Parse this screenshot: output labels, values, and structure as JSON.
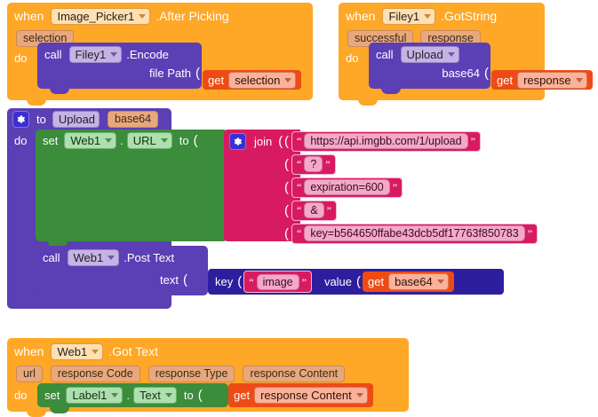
{
  "app": "MIT App Inventor Blocks Editor",
  "blocks": {
    "event_image_picker": {
      "when": "when",
      "component": "Image_Picker1",
      "event": ".After Picking",
      "params": [
        "selection"
      ],
      "do_label": "do",
      "call": {
        "call": "call",
        "component": "Filey1",
        "method": ".Encode",
        "arg_label": "file Path",
        "value": {
          "get": "get",
          "variable": "selection"
        }
      }
    },
    "event_filey_gotstring": {
      "when": "when",
      "component": "Filey1",
      "event": ".GotString",
      "params": [
        "successful",
        "response"
      ],
      "do_label": "do",
      "call": {
        "call": "call",
        "component": "Upload",
        "method": "",
        "arg_label": "base64",
        "value": {
          "get": "get",
          "variable": "response"
        }
      }
    },
    "procedure_upload": {
      "to_label": "to",
      "name": "Upload",
      "params": [
        "base64"
      ],
      "do_label": "do",
      "set_url": {
        "set": "set",
        "component": "Web1",
        "property": "URL",
        "dot": ".",
        "to": "to",
        "join": {
          "label": "join",
          "strings": [
            "https://api.imgbb.com/1/upload",
            "?",
            "expiration=600",
            "&",
            "key=b564650ffabe43dcb5df17763f850783"
          ]
        }
      },
      "post_text": {
        "call": "call",
        "component": "Web1",
        "method": ".Post Text",
        "arg_label": "text",
        "pair": {
          "key_label": "key",
          "key_value": "image",
          "value_label": "value",
          "value_get": {
            "get": "get",
            "variable": "base64"
          }
        }
      }
    },
    "event_web_gottext": {
      "when": "when",
      "component": "Web1",
      "event": ".Got Text",
      "params": [
        "url",
        "response Code",
        "response Type",
        "response Content"
      ],
      "do_label": "do",
      "set_label": {
        "set": "set",
        "component": "Label1",
        "dot": ".",
        "property": "Text",
        "to": "to",
        "value": {
          "get": "get",
          "variable": "response Content"
        }
      }
    }
  },
  "colors": {
    "event_orange": "#FFA726",
    "method_purple": "#5B3FB5",
    "getter_orange_red": "#EE4B14",
    "setter_green": "#3B8C3B",
    "text_magenta": "#D81B60",
    "pair_indigo": "#2D1E9E",
    "canvas": "#FFFFFF"
  }
}
